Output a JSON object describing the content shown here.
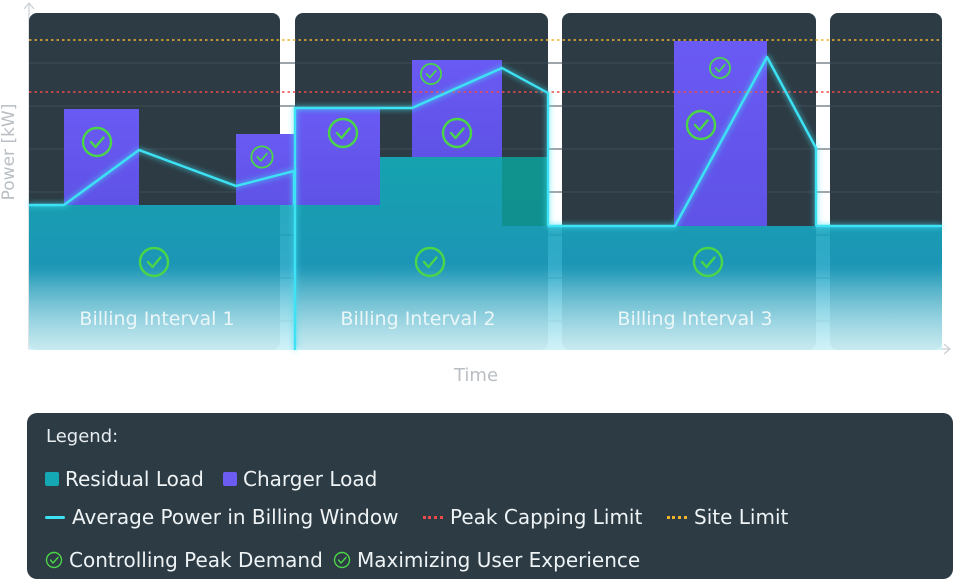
{
  "axes": {
    "ylabel": "Power [kW]",
    "xlabel": "Time"
  },
  "intervals": [
    {
      "label": "Billing Interval 1"
    },
    {
      "label": "Billing Interval 2"
    },
    {
      "label": "Billing Interval 3"
    }
  ],
  "colors": {
    "panel": "#2d3b44",
    "residual": "#14a8b4",
    "charger": "#6c5cf2",
    "average": "#3ce2f4",
    "peak_limit": "#ef4a4a",
    "site_limit": "#f2b32c",
    "check": "#4bd648",
    "axis": "#c9cfd3",
    "axis_text": "#b8bec3"
  },
  "legend": {
    "title": "Legend:",
    "residual": "Residual Load",
    "charger": "Charger Load",
    "average": "Average Power in Billing Window",
    "peak": "Peak Capping Limit",
    "site": "Site Limit",
    "controlling": "Controlling Peak Demand",
    "maximizing": "Maximizing User Experience"
  }
}
